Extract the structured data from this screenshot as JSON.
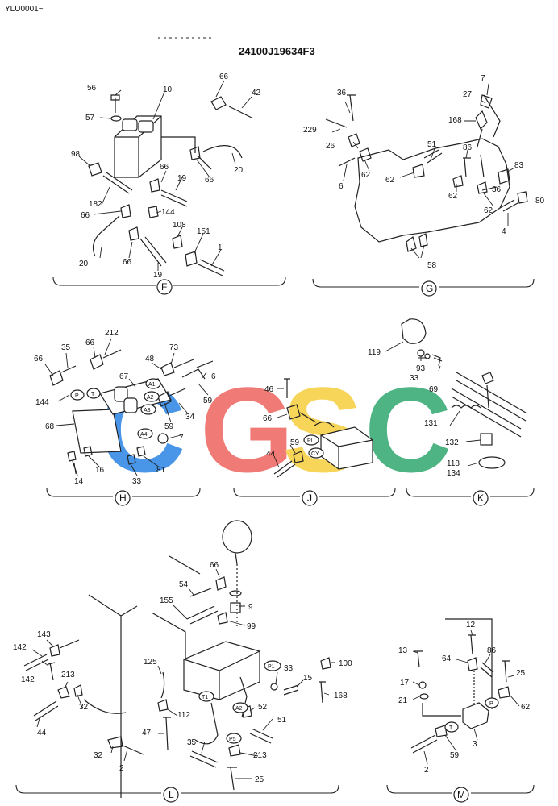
{
  "header": {
    "code": "YLU0001~"
  },
  "title": "24100J19634F3",
  "watermark": {
    "letters": [
      "C",
      "G",
      "S",
      "C"
    ],
    "colors": [
      "#3a8ee8",
      "#ef6f6a",
      "#f7d24a",
      "#3fae7a"
    ]
  },
  "sections": {
    "F": {
      "letter": "F",
      "labels": [
        "56",
        "10",
        "66",
        "42",
        "57",
        "98",
        "66",
        "20",
        "19",
        "66",
        "182",
        "66",
        "144",
        "108",
        "151",
        "1",
        "20",
        "66",
        "19"
      ]
    },
    "G": {
      "letter": "G",
      "labels": [
        "7",
        "36",
        "27",
        "229",
        "168",
        "26",
        "51",
        "86",
        "83",
        "6",
        "62",
        "62",
        "62",
        "36",
        "80",
        "62",
        "4",
        "58"
      ]
    },
    "H": {
      "letter": "H",
      "labels": [
        "212",
        "35",
        "66",
        "48",
        "73",
        "66",
        "67",
        "144",
        "6",
        "59",
        "68",
        "34",
        "59",
        "7",
        "16",
        "81",
        "14",
        "33"
      ],
      "ports": [
        "P",
        "T",
        "A1",
        "A2",
        "A3",
        "A4"
      ]
    },
    "J": {
      "letter": "J",
      "labels": [
        "46",
        "66",
        "59",
        "44"
      ],
      "ports": [
        "PL",
        "CY"
      ]
    },
    "K": {
      "letter": "K",
      "labels": [
        "119",
        "93",
        "33",
        "69",
        "131",
        "132",
        "118",
        "134"
      ]
    },
    "L": {
      "letter": "L",
      "labels": [
        "66",
        "54",
        "155",
        "9",
        "99",
        "143",
        "142",
        "142",
        "213",
        "32",
        "44",
        "125",
        "112",
        "47",
        "32",
        "2",
        "35",
        "33",
        "15",
        "100",
        "168",
        "52",
        "51",
        "213",
        "25"
      ],
      "ports": [
        "P1",
        "T1",
        "A2",
        "P5"
      ]
    },
    "M": {
      "letter": "M",
      "labels": [
        "12",
        "13",
        "86",
        "64",
        "25",
        "17",
        "21",
        "62",
        "59",
        "2",
        "3"
      ],
      "ports": [
        "P",
        "T"
      ]
    }
  }
}
